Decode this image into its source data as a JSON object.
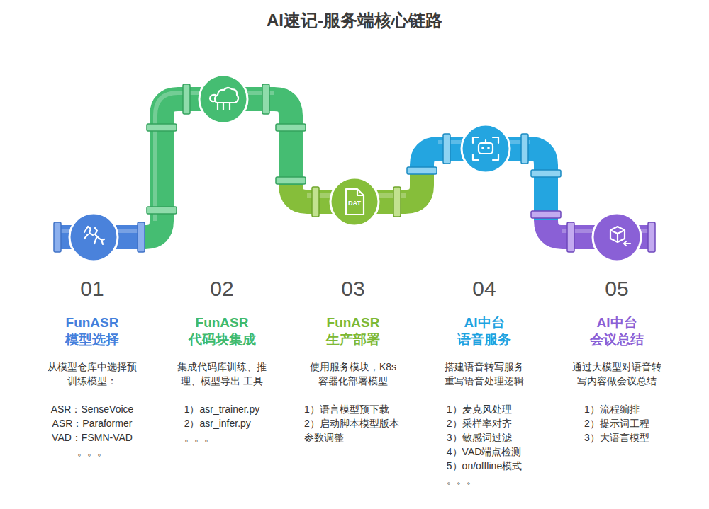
{
  "diagram": {
    "title": "AI速记-服务端核心链路",
    "nodes": [
      {
        "text": [
          "01",
          "FunASR 模型选择",
          "从模型仓库中选择预训练模型：",
          "ASR：SenseVoice",
          "ASR：Paraformer",
          "VAD：FSMN-VAD",
          "。。。"
        ]
      },
      {
        "text": [
          "02",
          "FunASR 代码块集成",
          "集成代码库训练、推理、模型导出 工具",
          "1）asr_trainer.py",
          "2）asr_infer.py",
          "。。。"
        ]
      },
      {
        "text": [
          "03",
          "FunASR 生产部署",
          "使用服务模块，K8s容器化部署模型",
          "1）语言模型预下载",
          "2）启动脚本模型版本参数调整"
        ]
      },
      {
        "text": [
          "04",
          "AI中台 语音服务",
          "搭建语音转写服务重写语音处理逻辑",
          "1）麦克风处理",
          "2）采样率对齐",
          "3）敏感词过滤",
          "4）VAD端点检测",
          "5）on/offline模式",
          "。。。"
        ]
      },
      {
        "text": [
          "05",
          "AI中台 会议总结",
          "通过大模型对语音转写内容做会议总结",
          "1）流程编排",
          "2）提示词工程",
          "3）大语言模型"
        ]
      }
    ],
    "labels": [
      "DAT"
    ]
  }
}
